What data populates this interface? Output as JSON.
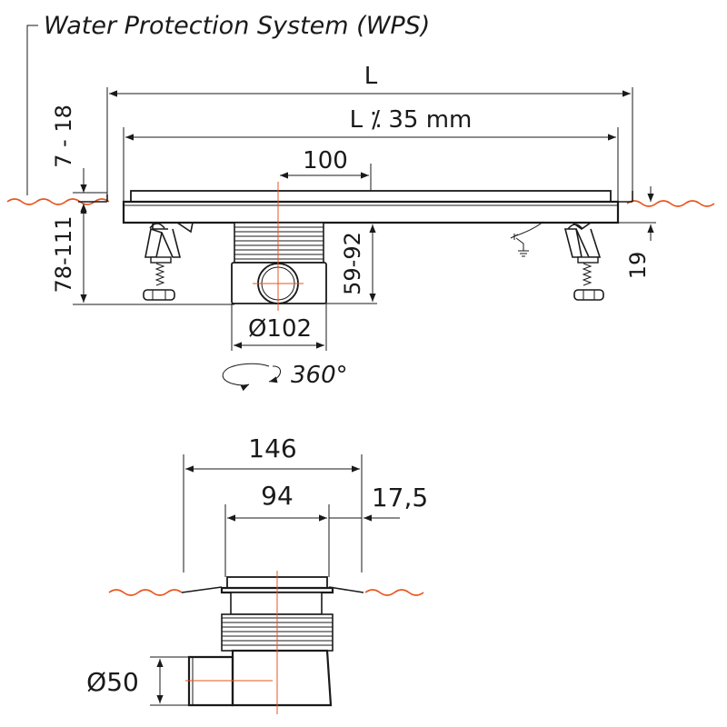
{
  "title": "Water Protection System (WPS)",
  "colors": {
    "accent": "#e8541e",
    "line": "#1a1a1a",
    "fill": "#ffffff"
  },
  "side_view": {
    "length_label": "L",
    "grate_length_label": "L ⁒ 35 mm",
    "outlet_offset_label": "100",
    "floor_thickness_label": "7 - 18",
    "height_range_label": "78-111",
    "outlet_height_label": "59-92",
    "outlet_diameter_label": "Ø102",
    "rotation_label": "360°",
    "channel_depth_label": "19"
  },
  "cross_section": {
    "overall_width_label": "146",
    "inner_width_label": "94",
    "flange_label": "17,5",
    "pipe_diameter_label": "Ø50"
  },
  "icons": [
    "rotation-arrow-icon",
    "earth-ground-icon"
  ]
}
